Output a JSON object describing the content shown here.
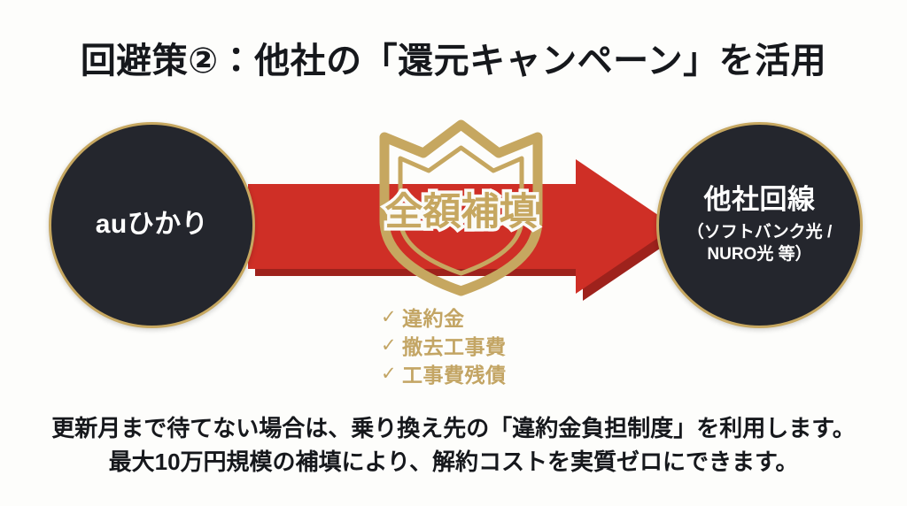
{
  "slide": {
    "title": "回避策②：他社の「還元キャンペーン」を活用",
    "background_color": "#fdfdfb"
  },
  "diagram": {
    "source_node": {
      "label": "auひかり",
      "fill_color": "#24262d",
      "ring_color": "#c6a760",
      "text_color": "#ffffff"
    },
    "target_node": {
      "label": "他社回線",
      "sub_line_1": "（ソフトバンク光 /",
      "sub_line_2": "NURO光 等）",
      "fill_color": "#24262d",
      "ring_color": "#c6a760",
      "text_color": "#ffffff"
    },
    "arrow": {
      "direction": "right",
      "color": "#cf2f26",
      "shadow_color": "#9e221c"
    },
    "shield": {
      "label": "全額補填",
      "outline_color": "#c6a760",
      "text_color": "#c6a760",
      "halo_color": "#fbfbf8"
    },
    "benefits": [
      {
        "check": "✓",
        "label": "違約金"
      },
      {
        "check": "✓",
        "label": "撤去工事費"
      },
      {
        "check": "✓",
        "label": "工事費残債"
      }
    ]
  },
  "caption": {
    "line1": "更新月まで待てない場合は、乗り換え先の「違約金負担制度」を利用します。",
    "line2": "最大10万円規模の補填により、解約コストを実質ゼロにできます。"
  }
}
